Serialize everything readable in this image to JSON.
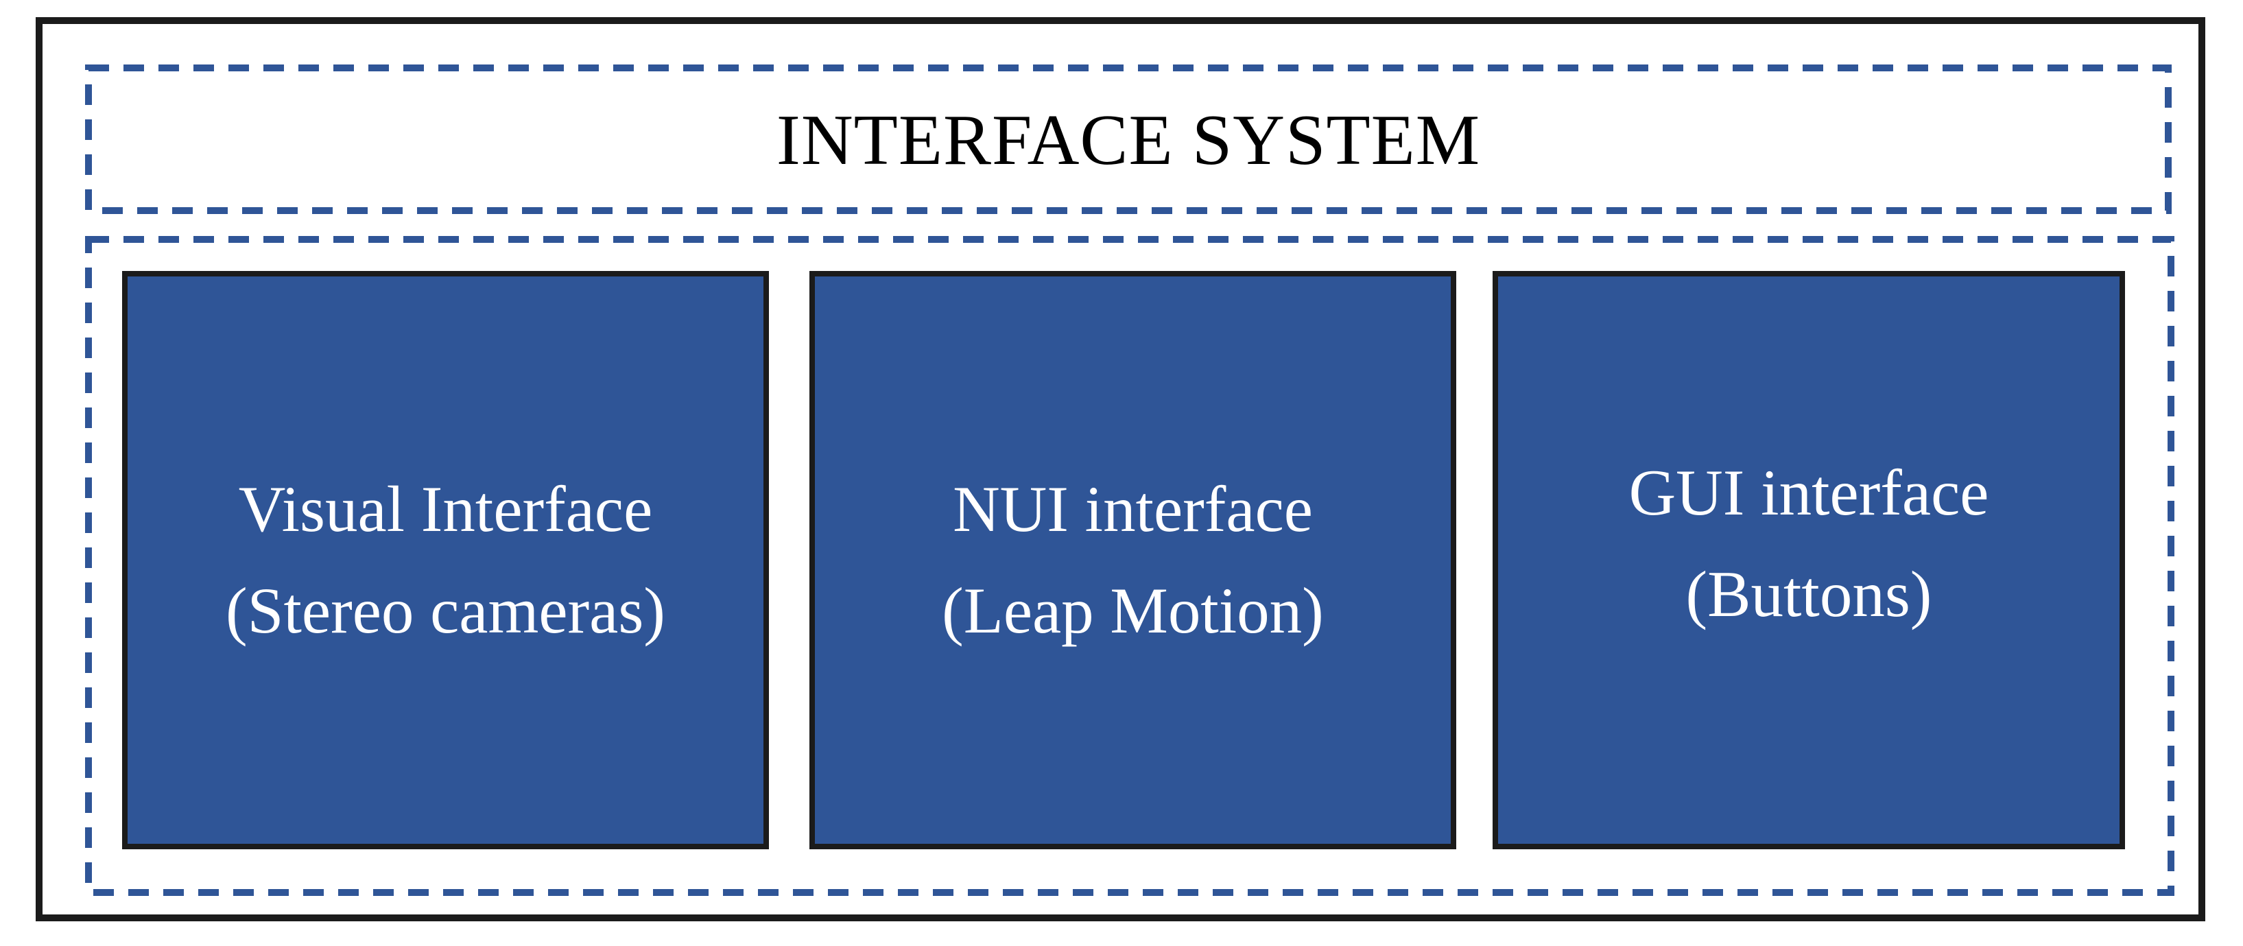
{
  "figure": {
    "title": "INTERFACE SYSTEM",
    "modules": [
      {
        "name": "Visual Interface",
        "detail": "(Stereo cameras)"
      },
      {
        "name": "NUI interface",
        "detail": "(Leap Motion)"
      },
      {
        "name": "GUI interface",
        "detail": "(Buttons)"
      }
    ],
    "colors": {
      "module_fill": "#2F5597",
      "dashed_border": "#2F5597",
      "frame_border": "#1B1B1B",
      "module_text": "#FFFFFF",
      "title_text": "#000000"
    }
  }
}
